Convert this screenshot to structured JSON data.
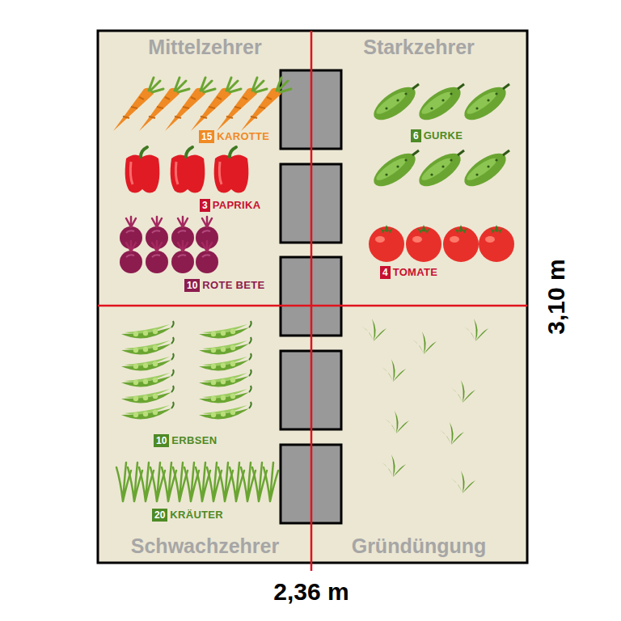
{
  "diagram": {
    "nodes": [
      {
        "text": [
          "Mittelzehrer"
        ]
      },
      {
        "text": [
          "Starkzehrer"
        ]
      },
      {
        "text": [
          "Schwachzehrer"
        ]
      },
      {
        "text": [
          "Gründüngung"
        ]
      }
    ],
    "labels": [
      "15",
      "KAROTTE",
      "3",
      "PAPRIKA",
      "10",
      "ROTE BETE",
      "6",
      "GURKE",
      "4",
      "TOMATE",
      "10",
      "ERBSEN",
      "20",
      "KRÄUTER",
      "3,10 m",
      "2,36 m"
    ]
  }
}
